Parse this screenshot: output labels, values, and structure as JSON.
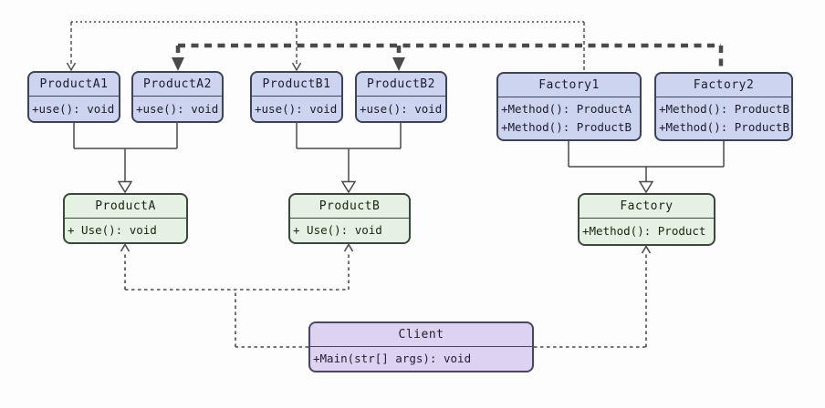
{
  "diagram": {
    "kind": "uml-class-diagram",
    "colors": {
      "background": "#fdfdfd",
      "class_fill_blue": "#ccd4ef",
      "class_fill_green": "#e5f2e3",
      "class_fill_purple": "#ddd2f0",
      "class_border": "#3e4358",
      "connector": "#4a4a4a"
    },
    "classes": [
      {
        "id": "producta1",
        "name": "ProductA1",
        "members": [
          "+use(): void"
        ]
      },
      {
        "id": "producta2",
        "name": "ProductA2",
        "members": [
          "+use(): void"
        ]
      },
      {
        "id": "productb1",
        "name": "ProductB1",
        "members": [
          "+use(): void"
        ]
      },
      {
        "id": "productb2",
        "name": "ProductB2",
        "members": [
          "+use(): void"
        ]
      },
      {
        "id": "factory1",
        "name": "Factory1",
        "members": [
          "+Method(): ProductA",
          "+Method(): ProductB"
        ]
      },
      {
        "id": "factory2",
        "name": "Factory2",
        "members": [
          "+Method(): ProductB",
          "+Method(): ProductB"
        ]
      },
      {
        "id": "producta",
        "name": "ProductA",
        "members": [
          "+ Use(): void"
        ]
      },
      {
        "id": "productb",
        "name": "ProductB",
        "members": [
          "+ Use(): void"
        ]
      },
      {
        "id": "factory",
        "name": "Factory",
        "members": [
          "+Method(): Product"
        ]
      },
      {
        "id": "client",
        "name": "Client",
        "members": [
          "+Main(str[] args): void"
        ]
      }
    ],
    "relationships": [
      {
        "from": "Factory1",
        "to": "ProductA1",
        "type": "dashed-dependency-thin"
      },
      {
        "from": "Factory1",
        "to": "ProductB1",
        "type": "dashed-dependency-thin"
      },
      {
        "from": "Factory2",
        "to": "ProductA2",
        "type": "dashed-dependency-thick"
      },
      {
        "from": "Factory2",
        "to": "ProductB2",
        "type": "dashed-dependency-thick"
      },
      {
        "from": "ProductA1",
        "to": "ProductA",
        "type": "inheritance"
      },
      {
        "from": "ProductA2",
        "to": "ProductA",
        "type": "inheritance"
      },
      {
        "from": "ProductB1",
        "to": "ProductB",
        "type": "inheritance"
      },
      {
        "from": "ProductB2",
        "to": "ProductB",
        "type": "inheritance"
      },
      {
        "from": "Factory1",
        "to": "Factory",
        "type": "inheritance"
      },
      {
        "from": "Factory2",
        "to": "Factory",
        "type": "inheritance"
      },
      {
        "from": "Client",
        "to": "ProductA",
        "type": "dashed-dependency-thin"
      },
      {
        "from": "Client",
        "to": "ProductB",
        "type": "dashed-dependency-thin"
      },
      {
        "from": "Client",
        "to": "Factory",
        "type": "dashed-dependency-thin"
      }
    ]
  }
}
